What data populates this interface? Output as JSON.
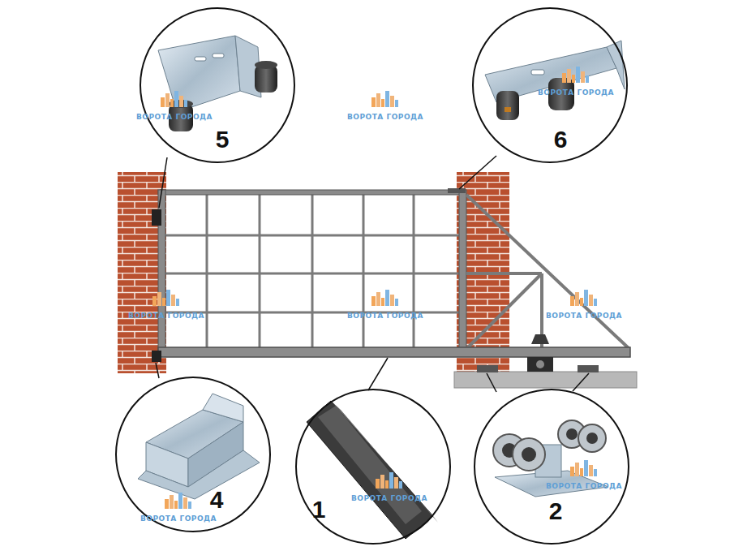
{
  "diagram": {
    "nodes": [
      {
        "text": [
          "5"
        ]
      },
      {
        "text": [
          "6"
        ]
      },
      {
        "text": [
          "4"
        ]
      },
      {
        "text": [
          "1"
        ]
      },
      {
        "text": [
          "2"
        ]
      }
    ],
    "labels": [
      "ВОРОТА ГОРОДА",
      "ВОРОТА ГОРОДА",
      "ВОРОТА ГОРОДА",
      "ВОРОТА ГОРОДА",
      "ВОРОТА ГОРОДА",
      "ВОРОТА ГОРОДА",
      "ВОРОТА ГОРОДА",
      "ВОРОТА ГОРОДА",
      "ВОРОТА ГОРОДА"
    ]
  }
}
